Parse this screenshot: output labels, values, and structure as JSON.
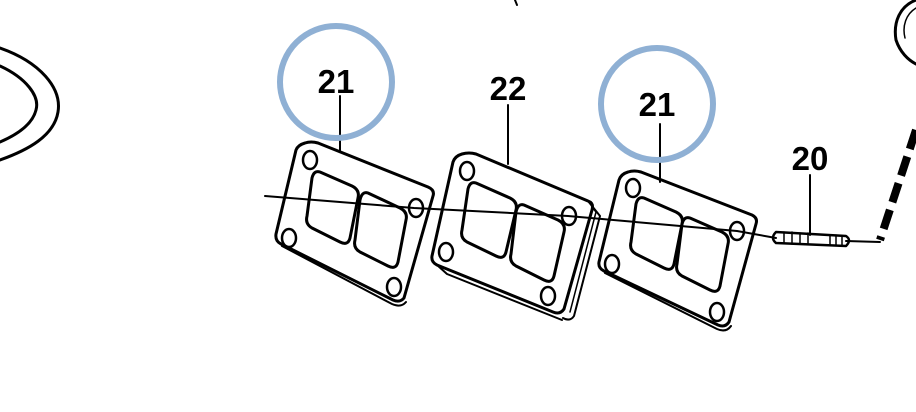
{
  "diagram": {
    "callouts": [
      {
        "id": "gasket-left",
        "label": "21",
        "highlighted": true
      },
      {
        "id": "spacer-center",
        "label": "22",
        "highlighted": false
      },
      {
        "id": "gasket-right",
        "label": "21",
        "highlighted": true
      },
      {
        "id": "stud",
        "label": "20",
        "highlighted": false
      }
    ],
    "highlight_color": "#8FB0D4",
    "line_color": "#000000",
    "background": "#ffffff"
  }
}
